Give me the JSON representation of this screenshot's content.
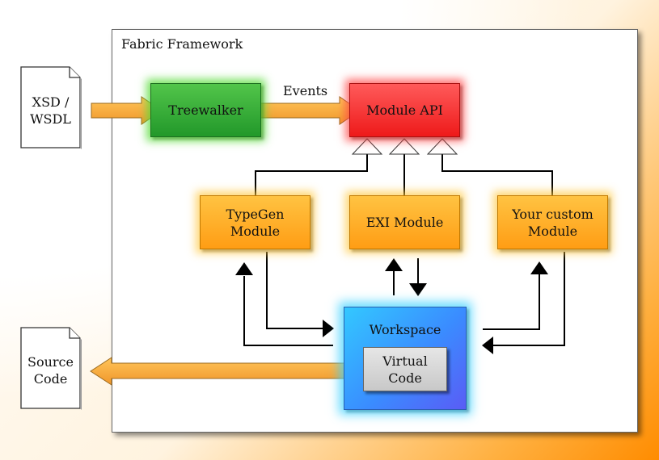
{
  "frame": {
    "title": "Fabric Framework"
  },
  "inputs": {
    "xsd_wsdl": [
      "XSD /",
      "WSDL"
    ]
  },
  "outputs": {
    "source_code": [
      "Source",
      "Code"
    ]
  },
  "nodes": {
    "treewalker": "Treewalker",
    "module_api": "Module API",
    "typegen": [
      "TypeGen",
      "Module"
    ],
    "exi": "EXI Module",
    "custom": [
      "Your custom",
      "Module"
    ],
    "workspace": "Workspace",
    "virtual_code": [
      "Virtual",
      "Code"
    ]
  },
  "edges": {
    "events_label": "Events"
  },
  "colors": {
    "treewalker": "#33b03a",
    "module_api": "#ff3a3a",
    "modules": "#ffae2a",
    "workspace": "#3aa0ff",
    "virtual_code": "#d6d6d6",
    "flow_arrow": "#f7ad45",
    "background_accent": "#ff8c00"
  }
}
